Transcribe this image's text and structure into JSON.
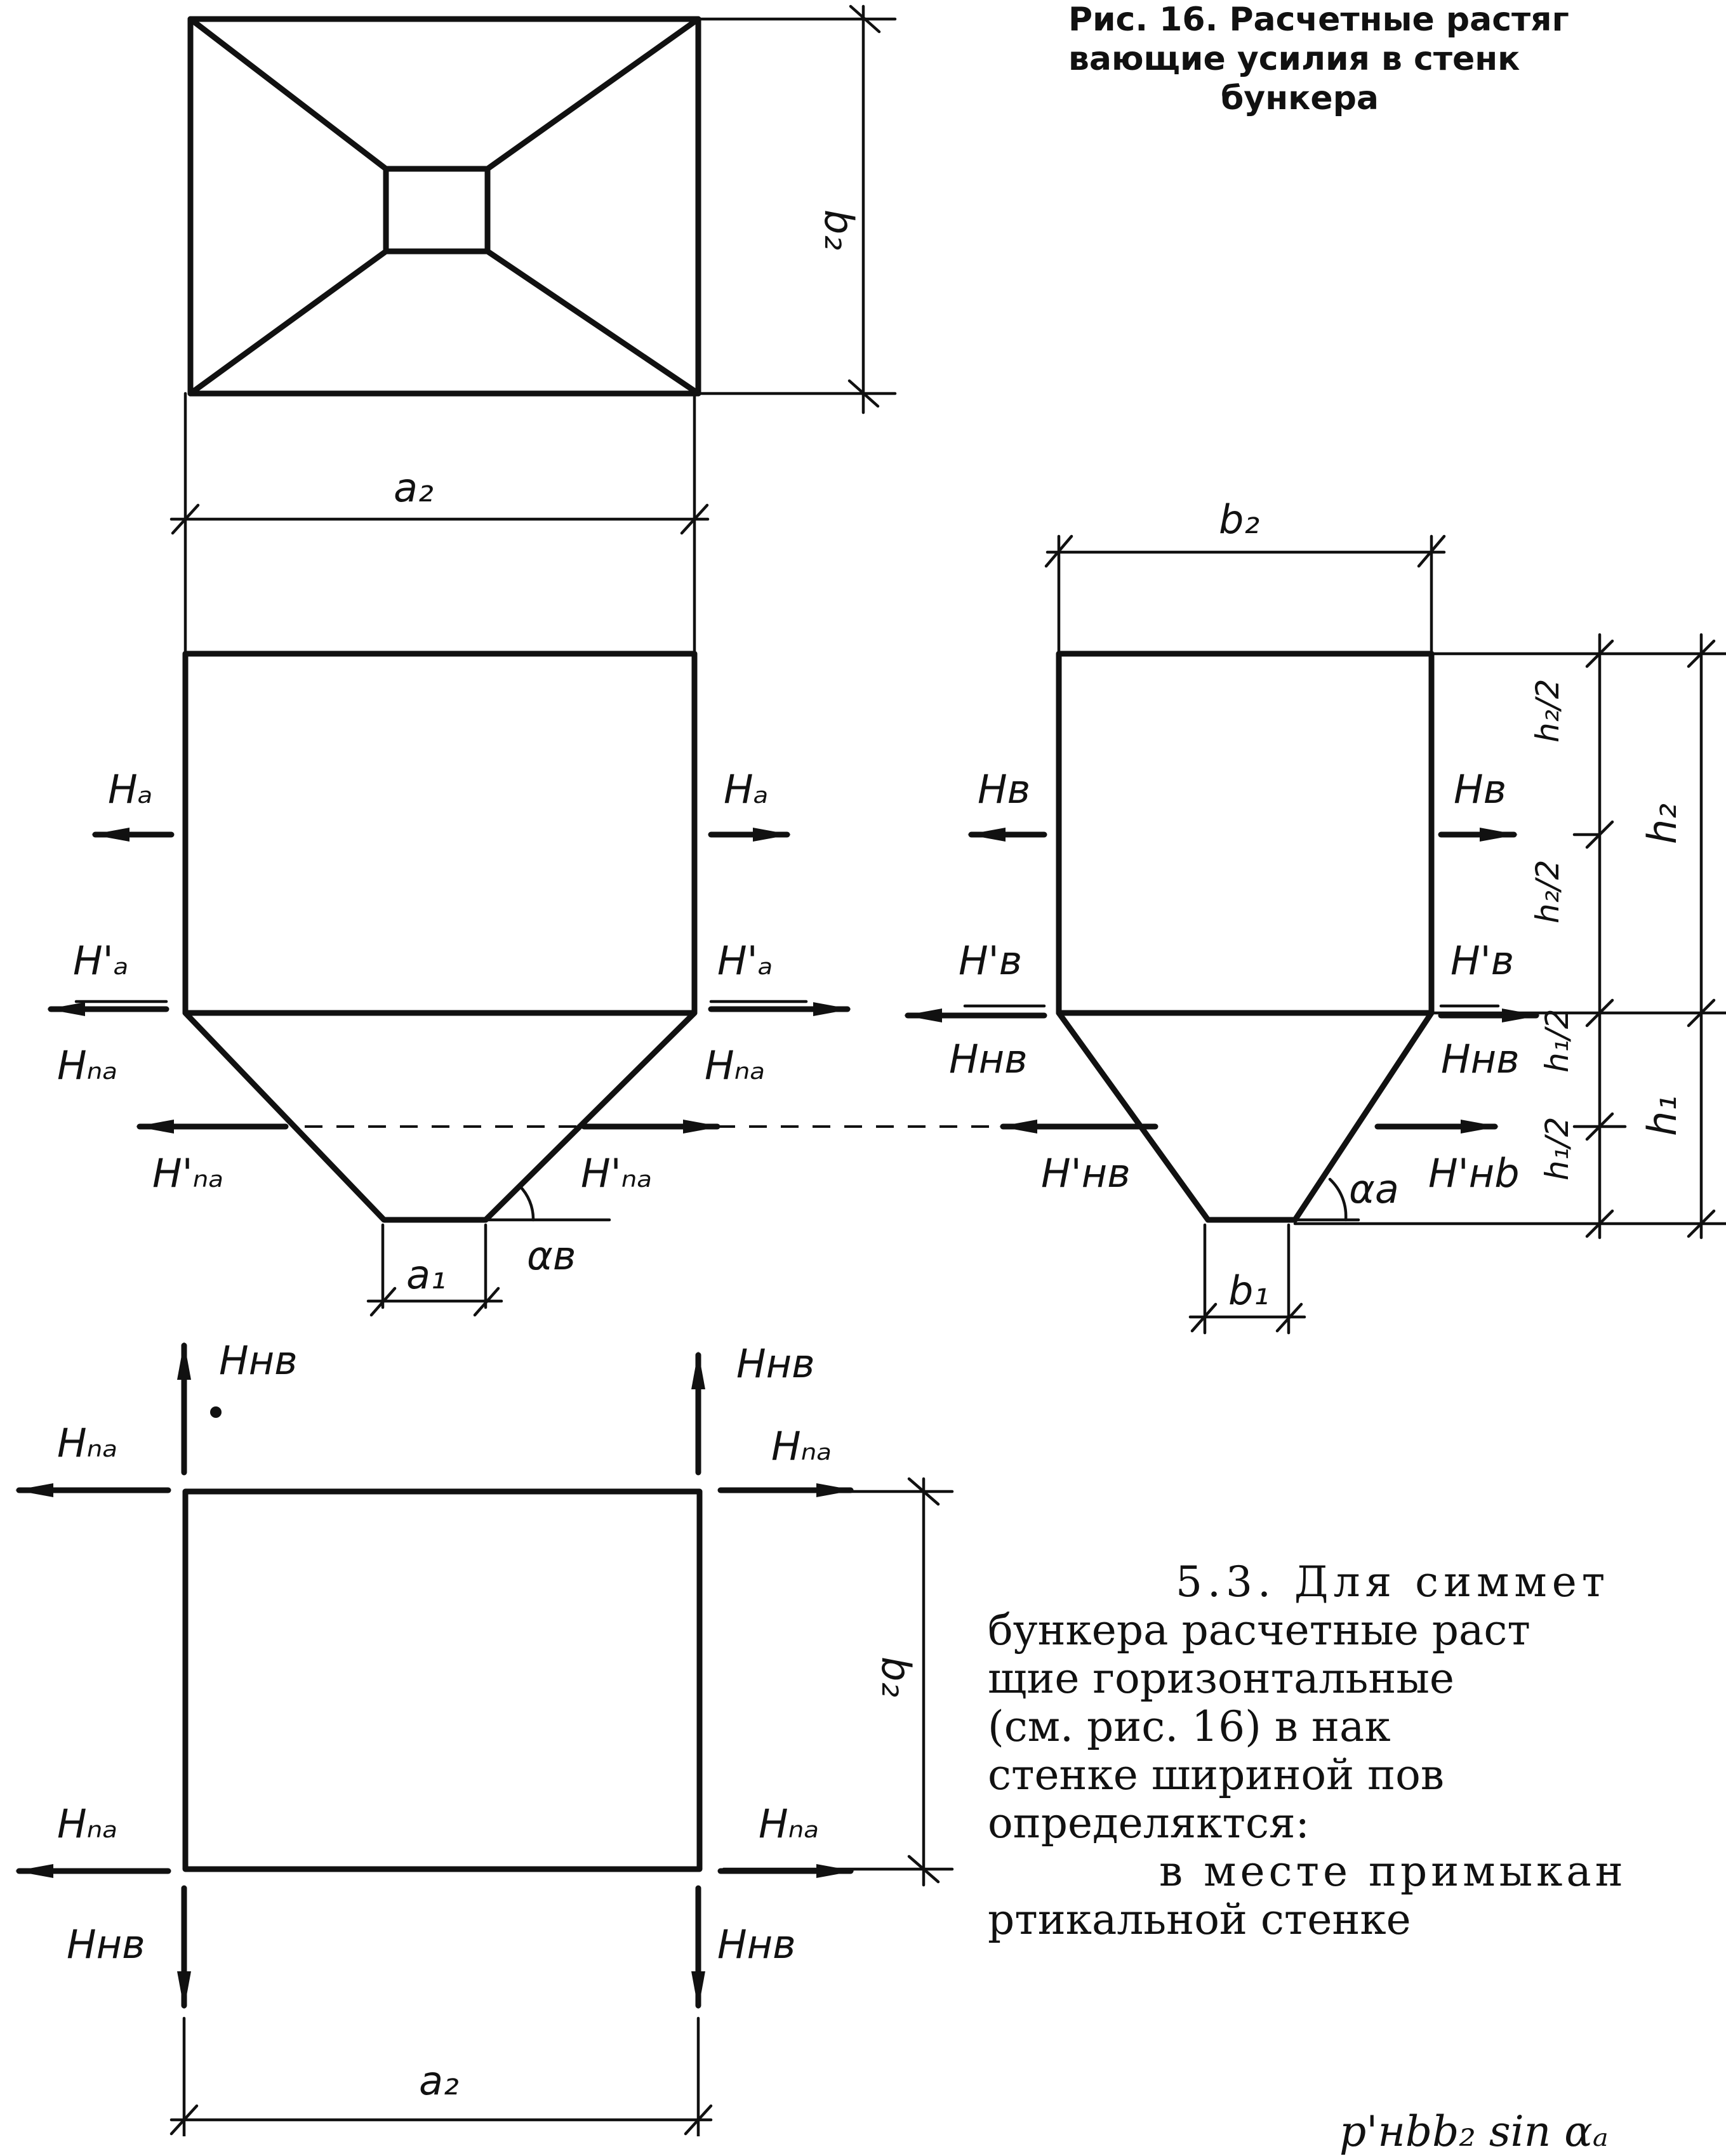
{
  "caption": {
    "line1": "Рис. 16. Расчетные растяг",
    "line2": "вающие  усилия  в  стенк",
    "line3": "бункера"
  },
  "labels": {
    "a2": "a₂",
    "b2": "b₂",
    "a1": "a₁",
    "b1": "b₁",
    "h2": "h₂",
    "h1": "h₁",
    "h2_half": "h₂/2",
    "h1_half": "h₁/2",
    "Ha": "Hₐ",
    "Ha_prime": "H'ₐ",
    "Hna": "Hₙₐ",
    "Hna_prime": "H'ₙₐ",
    "Hb": "Hв",
    "Hb_prime": "H'в",
    "Hnb": "Hнв",
    "Hnb_prime": "H'нв",
    "Hnb_alt": "H'нb",
    "alpha_b": "αв",
    "alpha_a": "αа"
  },
  "text": {
    "line1": "5.3.  Для   симмет",
    "line2": "бункера расчетные раст",
    "line3": "щие   горизонтальные",
    "line4": " (см.  рис.  16)    в    нак",
    "line5": "стенке   шириной   пов",
    "line6": "определяктся:",
    "line7": "в  месте  примыкан",
    "line8": "ртикальной  стенке",
    "formula": "p'нbb₂ sin αₐ"
  }
}
